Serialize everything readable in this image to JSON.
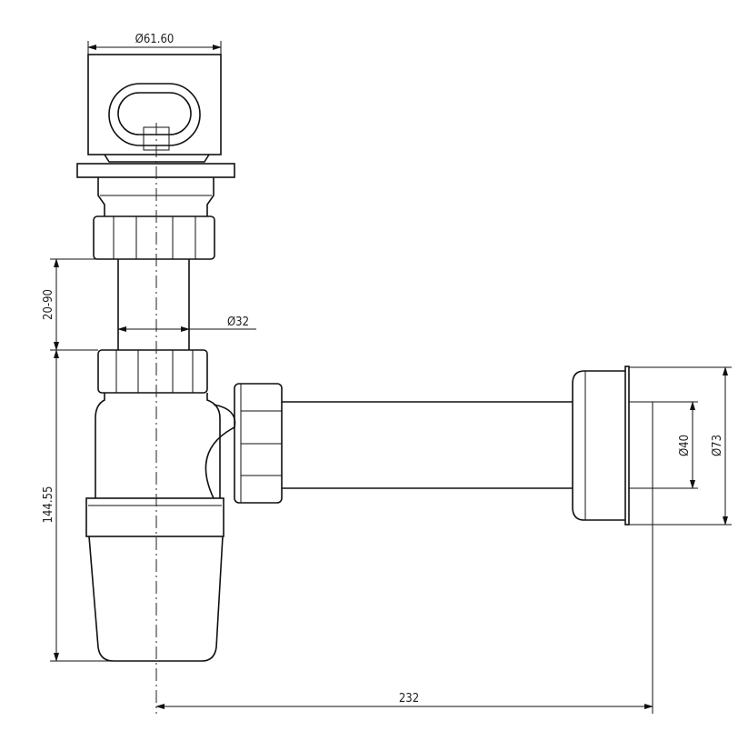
{
  "dimensions": {
    "cap_diameter": "Ø61.60",
    "pipe_diameter": "Ø32",
    "extension_range": "20-90",
    "trap_height": "144.55",
    "outlet_inner_diameter": "Ø40",
    "outlet_outer_diameter": "Ø73",
    "horizontal_reach": "232"
  }
}
